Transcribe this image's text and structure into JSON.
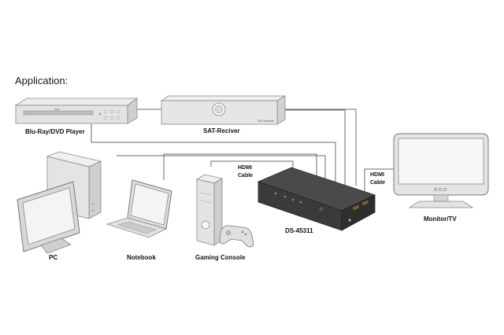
{
  "heading": "Application:",
  "devices": {
    "bluray": {
      "label": "Blu-Ray/DVD Player"
    },
    "sat": {
      "label": "SAT-Reciver",
      "panel_text": "SAT-Receiver"
    },
    "pc": {
      "label": "PC"
    },
    "notebook": {
      "label": "Notebook"
    },
    "console": {
      "label": "Gaming Console"
    },
    "switch": {
      "label": "DS-45311"
    },
    "monitor": {
      "label": "Monitor/TV"
    }
  },
  "cables": {
    "left": {
      "line1": "HDMI",
      "line2": "Cable"
    },
    "right": {
      "line1": "HDMI",
      "line2": "Cable"
    }
  }
}
